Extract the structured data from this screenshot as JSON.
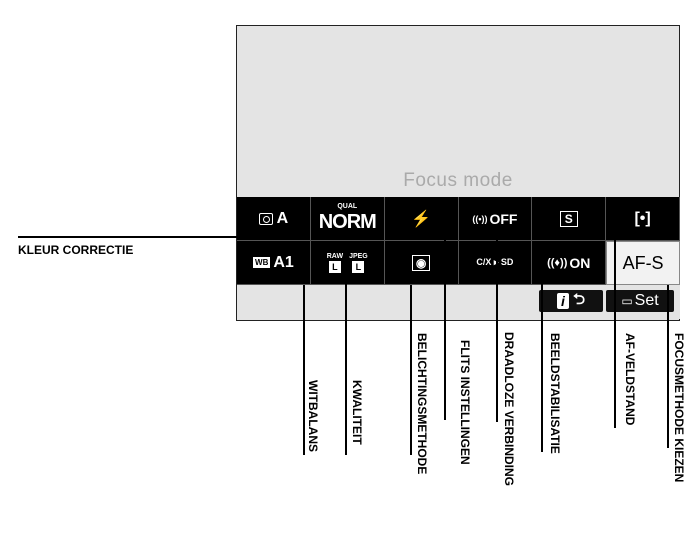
{
  "screen": {
    "title": "Focus mode",
    "row1": {
      "picture_control": "A",
      "quality_top": "QUAL",
      "quality": "NORM",
      "flash": "⚡",
      "wireless": "OFF",
      "area_mode": "S",
      "af_area": "[•]"
    },
    "row2": {
      "wb_icon": "WB",
      "wb": "A1",
      "raw_label": "RAW",
      "raw_size": "L",
      "jpeg_label": "JPEG",
      "jpeg_size": "L",
      "metering": "◉",
      "card": "C/X ▸ SD",
      "vr": "ON",
      "focus_mode": "AF-S"
    },
    "buttons": {
      "info": "i",
      "back": "⮌",
      "set": "Set"
    }
  },
  "annotations": {
    "kleur": "KLEUR CORRECTIE",
    "witbalans": "WITBALANS",
    "kwaliteit": "KWALITEIT",
    "belichting": "BELICHTINGSMETHODE",
    "flits": "FLITS INSTELLINGEN",
    "draadloze": "DRAADLOZE VERBINDING",
    "beeld": "BEELDSTABILISATIE",
    "af_veld": "AF-VELDSTAND",
    "focus": "FOCUSMETHODE KIEZEN"
  }
}
